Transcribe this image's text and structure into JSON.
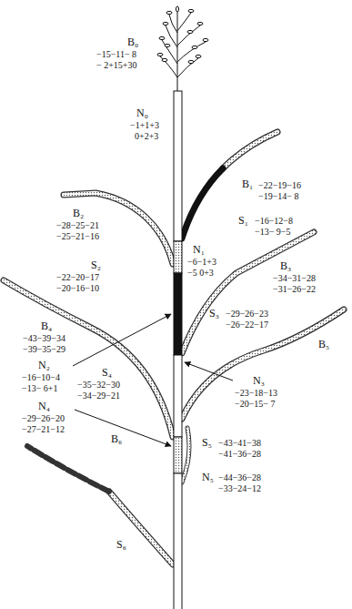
{
  "diagram": {
    "labels": [
      "B₀",
      "−15−11− 8",
      "− 2+15+30",
      "N₀",
      "−1+1+3",
      "0+2+3",
      "B₁",
      "−22−19−16",
      "−19−14− 8",
      "S₁",
      "−16−12−8",
      "−13− 9−5",
      "B₂",
      "−28−25−21",
      "−25−21−16",
      "N₁",
      "−6−1+3",
      "−5 0+3",
      "S₂",
      "−22−20−17",
      "−20−16−10",
      "B₃",
      "−34−31−28",
      "−31−26−22",
      "S₃",
      "−29−26−23",
      "−26−22−17",
      "B₄",
      "−43−39−34",
      "−39−35−29",
      "N₂",
      "−16−10−4",
      "−13− 6+1",
      "S₄",
      "−35−32−30",
      "−34−29−21",
      "B₅",
      "N₃",
      "−23−18−13",
      "−20−15− 7",
      "S₅",
      "−43−41−38",
      "−41−36−28",
      "N₄",
      "−29−26−20",
      "−27−21−12",
      "N₅",
      "−44−36−28",
      "−33−24−12",
      "B₆",
      "S₆"
    ]
  }
}
